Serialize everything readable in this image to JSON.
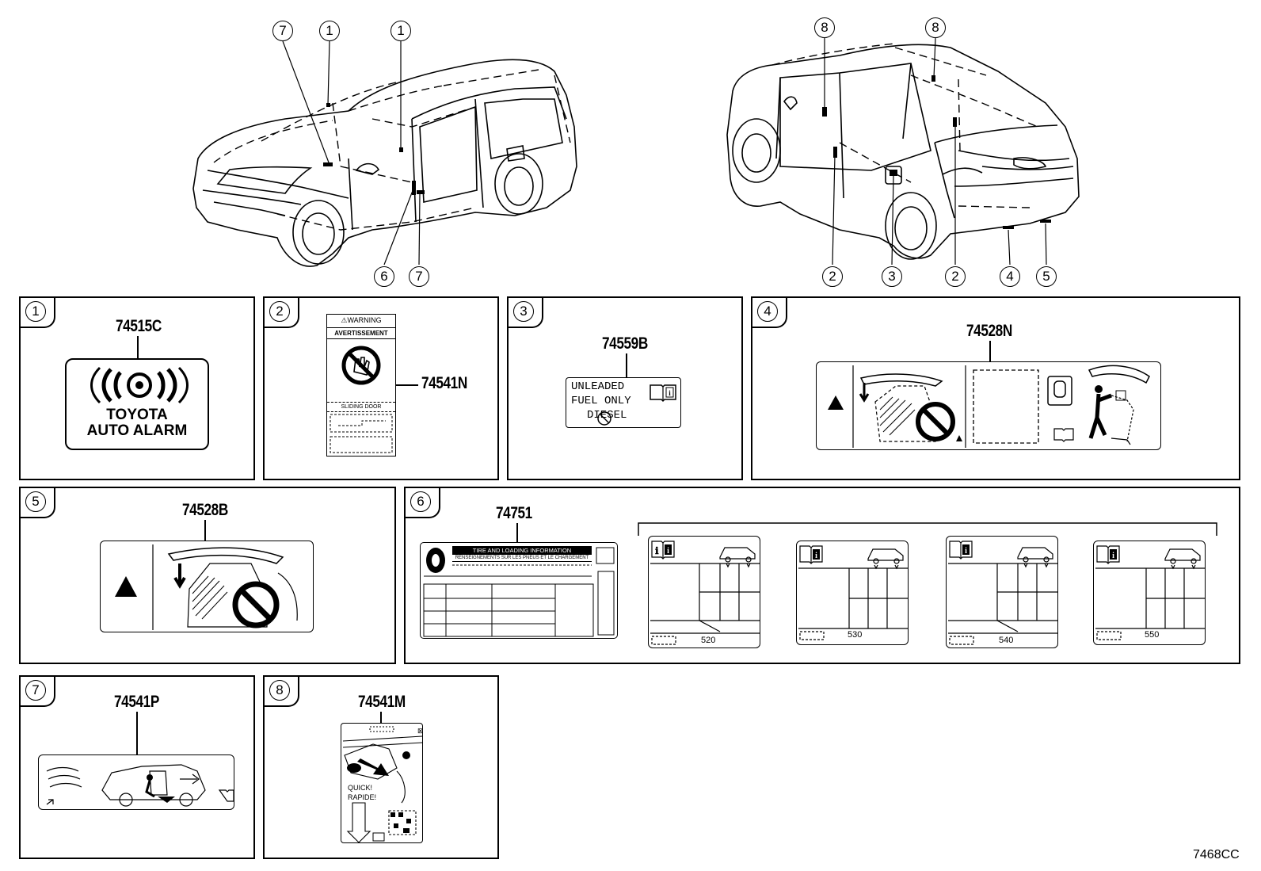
{
  "overview": {
    "front_callouts": [
      "7",
      "1",
      "1",
      "6",
      "7"
    ],
    "rear_callouts": [
      "8",
      "8",
      "2",
      "3",
      "2",
      "4",
      "5"
    ]
  },
  "panels": [
    {
      "index": "1",
      "part": "74515C",
      "label_line1": "TOYOTA",
      "label_line2": "AUTO ALARM"
    },
    {
      "index": "2",
      "part": "74541N",
      "header": "⚠WARNING",
      "subheader": "AVERTISSEMENT",
      "caption": "SLIDING DOOR"
    },
    {
      "index": "3",
      "part": "74559B",
      "line1": "UNLEADED",
      "line2": "FUEL ONLY",
      "line3": "DIESEL"
    },
    {
      "index": "4",
      "part": "74528N"
    },
    {
      "index": "5",
      "part": "74528B"
    },
    {
      "index": "6",
      "part": "74751",
      "tire_title": "TIRE AND LOADING INFORMATION",
      "tire_subtitle": "RENSEIGNEMENTS SUR LES PNEUS ET LE CHARGEMENT",
      "variants": [
        "520",
        "530",
        "540",
        "550"
      ]
    },
    {
      "index": "7",
      "part": "74541P"
    },
    {
      "index": "8",
      "part": "74541M",
      "quick_line1": "QUICK!",
      "quick_line2": "RAPIDE!"
    }
  ],
  "figure_code": "7468CC"
}
